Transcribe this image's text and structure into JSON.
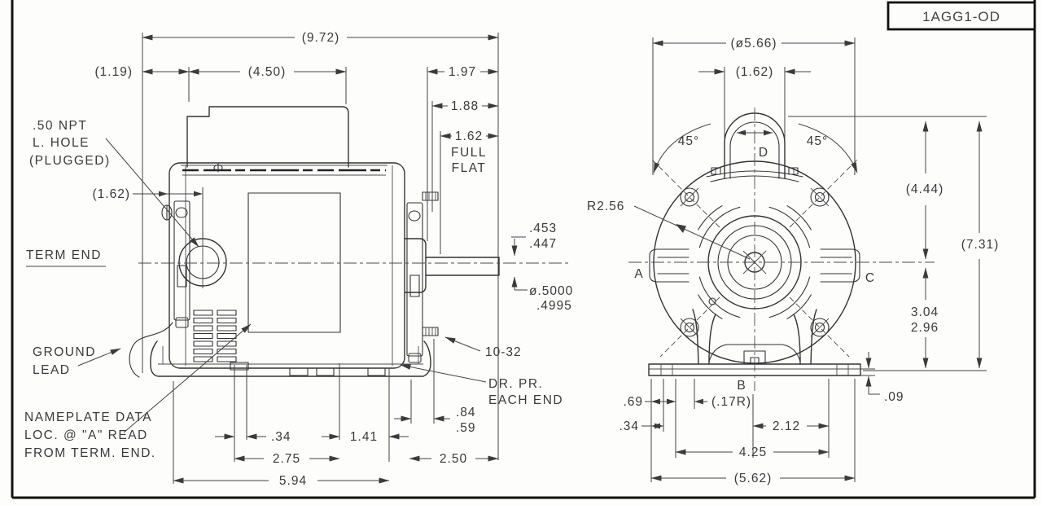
{
  "title_block": {
    "part_number": "1AGG1-OD"
  },
  "left_view": {
    "labels": {
      "npt1": ".50 NPT",
      "npt2": "L. HOLE",
      "npt3": "(PLUGGED)",
      "caption": "TERM END",
      "ground1": "GROUND",
      "ground2": "LEAD",
      "np1": "NAMEPLATE DATA",
      "np2": "LOC. @ \"A\" READ",
      "np3": "FROM TERM. END.",
      "dr1": "DR. PR.",
      "dr2": "EACH END"
    },
    "dim": {
      "d972": "(9.72)",
      "d119": "(1.19)",
      "d450": "(4.50)",
      "d197": "1.97",
      "d188": "1.88",
      "d162": "1.62",
      "full": "FULL",
      "flat": "FLAT",
      "d162b": "(1.62)",
      "d453": ".453",
      "d447": ".447",
      "d5000": "ø.5000",
      "d4995": ".4995",
      "thread": "10-32",
      "d84": ".84",
      "d59": ".59",
      "d34": ".34",
      "d141": "1.41",
      "d275": "2.75",
      "d250": "2.50",
      "d594": "5.94"
    }
  },
  "right_view": {
    "labels": {
      "a": "A",
      "b": "B",
      "c": "C",
      "d": "D"
    },
    "dim": {
      "d566": "(ø5.66)",
      "d162": "(1.62)",
      "a45l": "45°",
      "a45r": "45°",
      "r256": "R2.56",
      "d444": "(4.44)",
      "d731": "(7.31)",
      "d304": "3.04",
      "d296": "2.96",
      "d09": ".09",
      "d69": ".69",
      "d34": ".34",
      "d17r": "(.17R)",
      "d212": "2.12",
      "d425": "4.25",
      "d562": "(5.62)"
    }
  }
}
